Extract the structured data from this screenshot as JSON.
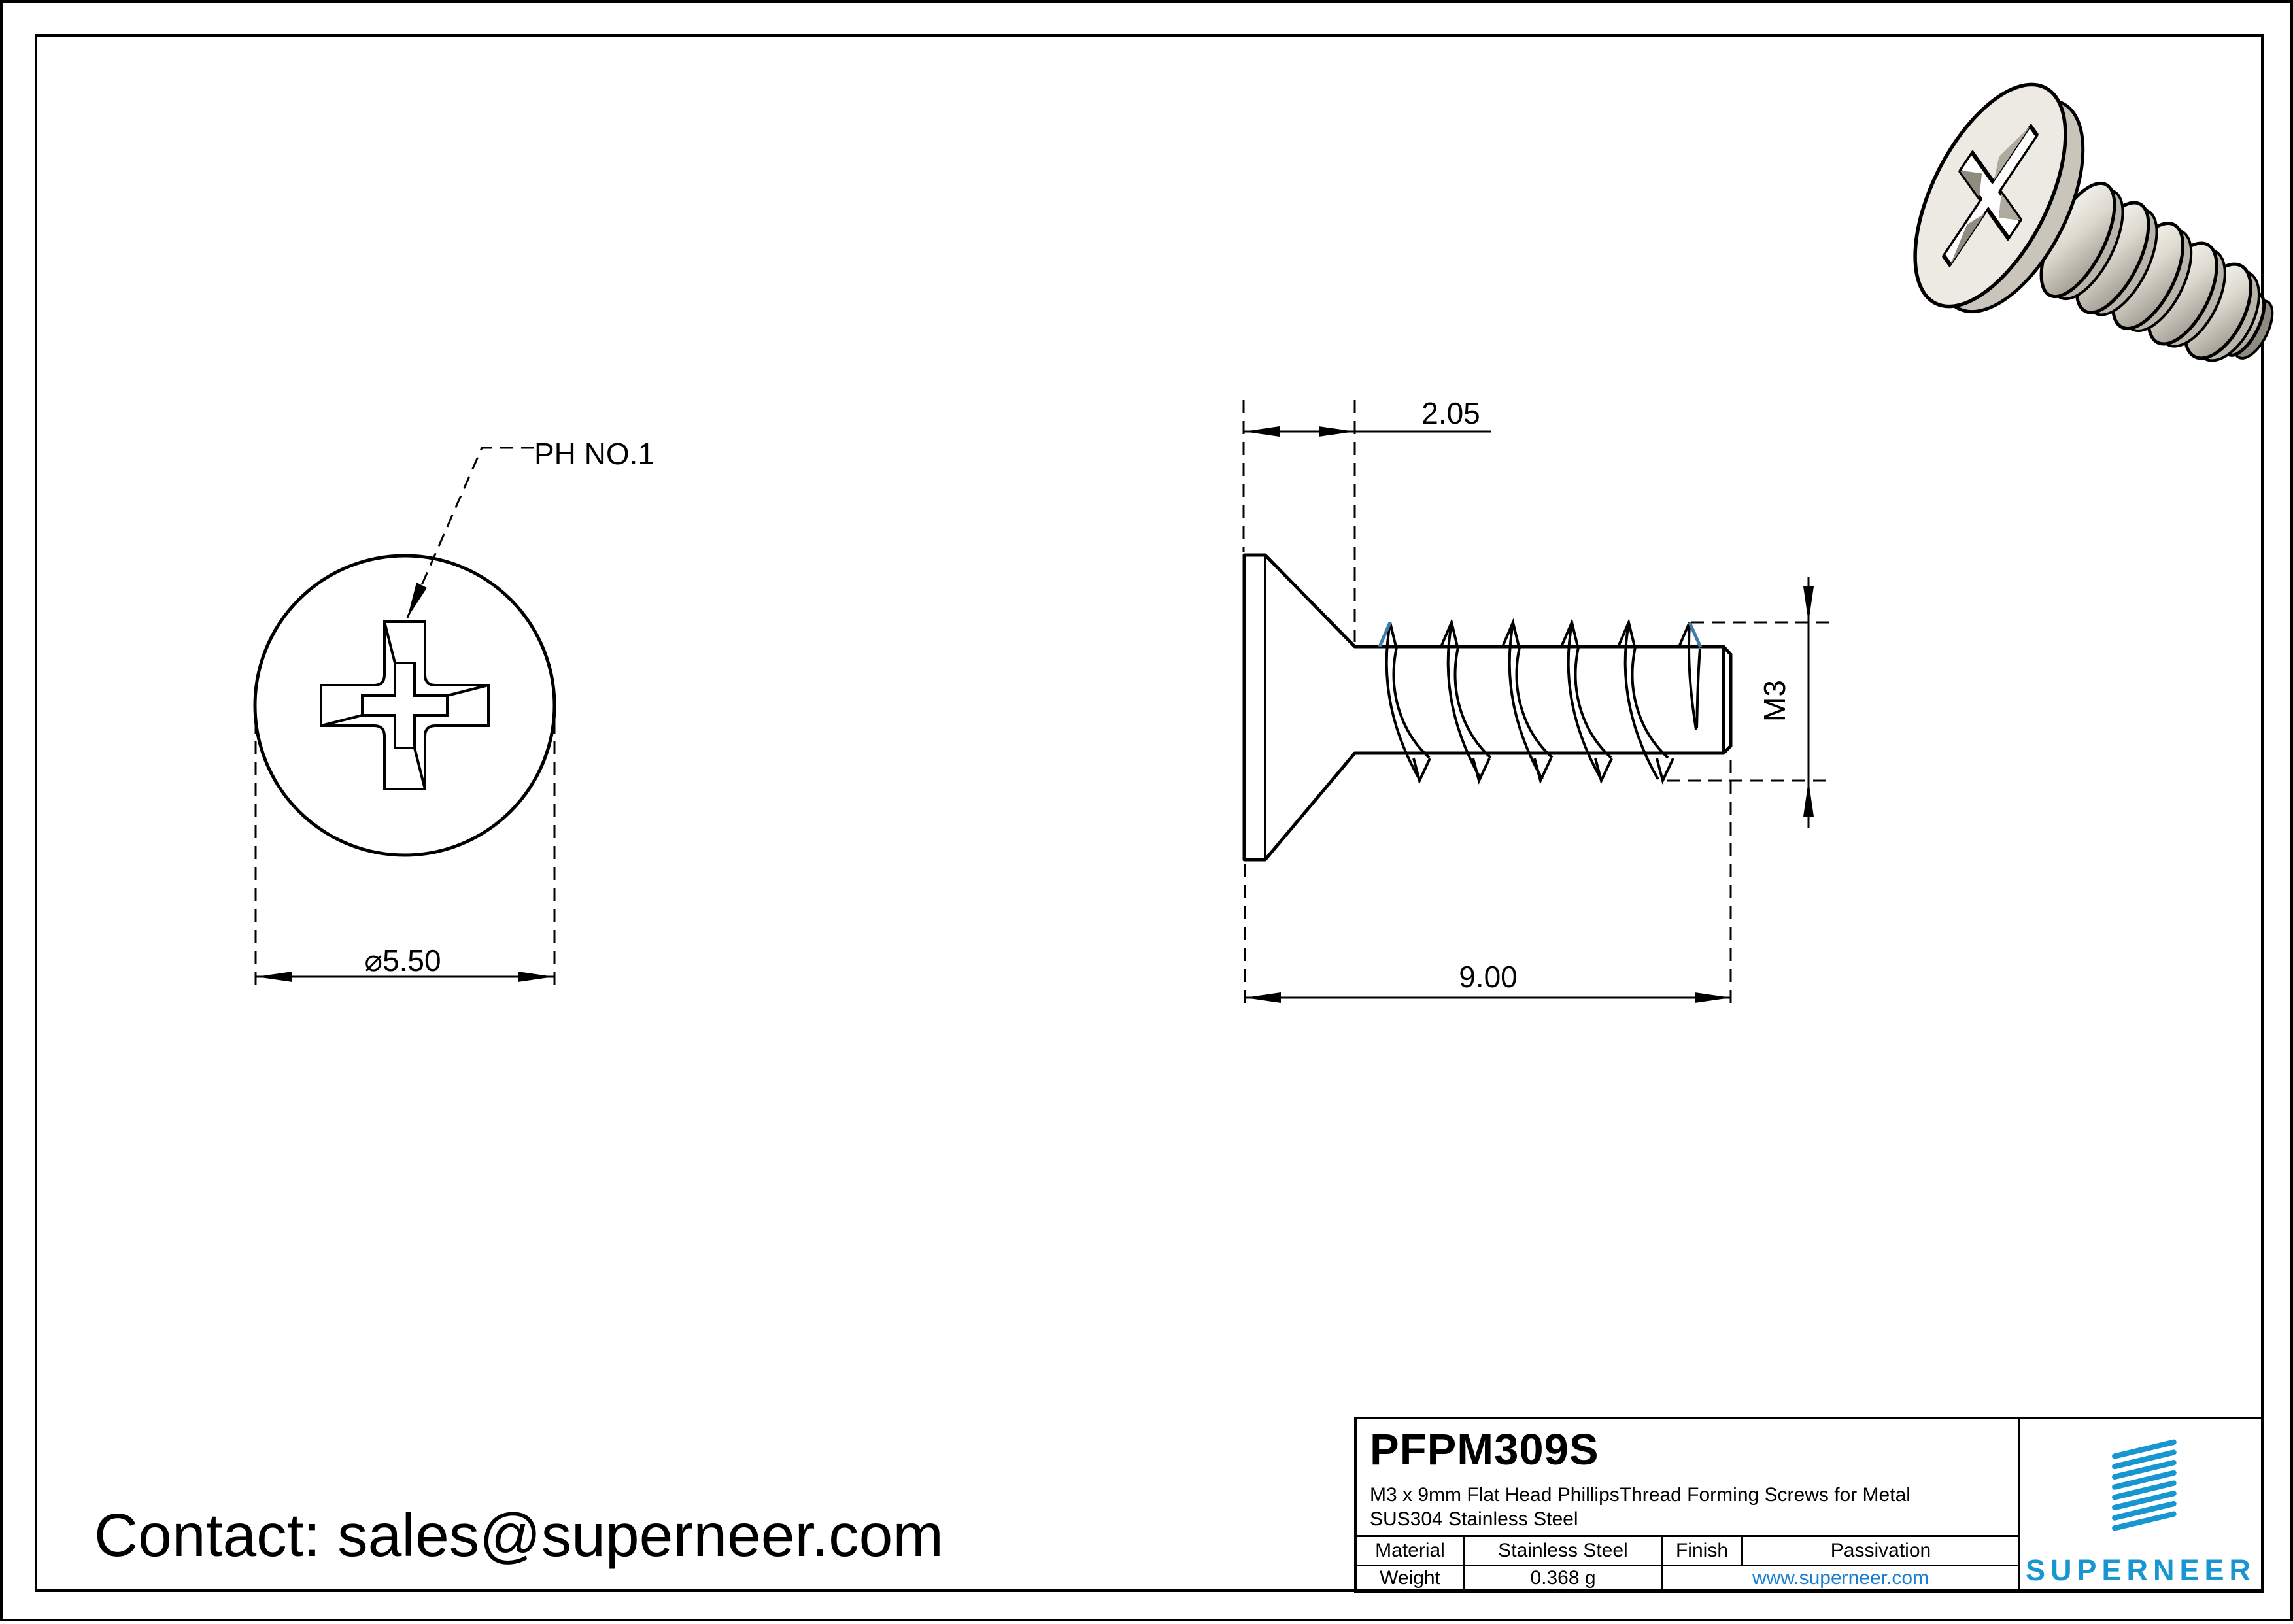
{
  "sheet": {
    "contact": "Contact: sales@superneer.com"
  },
  "front_view": {
    "leader_label": "PH NO.1",
    "diameter_dim": "⌀5.50"
  },
  "side_view": {
    "head_height_dim": "2.05",
    "length_dim": "9.00",
    "thread_dim": "M3"
  },
  "title_block": {
    "part_number": "PFPM309S",
    "description_line1": "M3 x 9mm Flat Head PhillipsThread Forming Screws for Metal",
    "description_line2": "SUS304 Stainless Steel",
    "material_label": "Material",
    "material_value": "Stainless Steel",
    "finish_label": "Finish",
    "finish_value": "Passivation",
    "weight_label": "Weight",
    "weight_value": "0.368 g",
    "website": "www.superneer.com",
    "brand_wordmark": "SUPERNEER",
    "brand_color": "#1796D2",
    "link_color": "#1A7FD0"
  },
  "colors": {
    "line": "#000000",
    "thread_highlight": "#3D7EAA",
    "render_body": "#EDEAE3",
    "render_shadow": "#8F8B80"
  }
}
